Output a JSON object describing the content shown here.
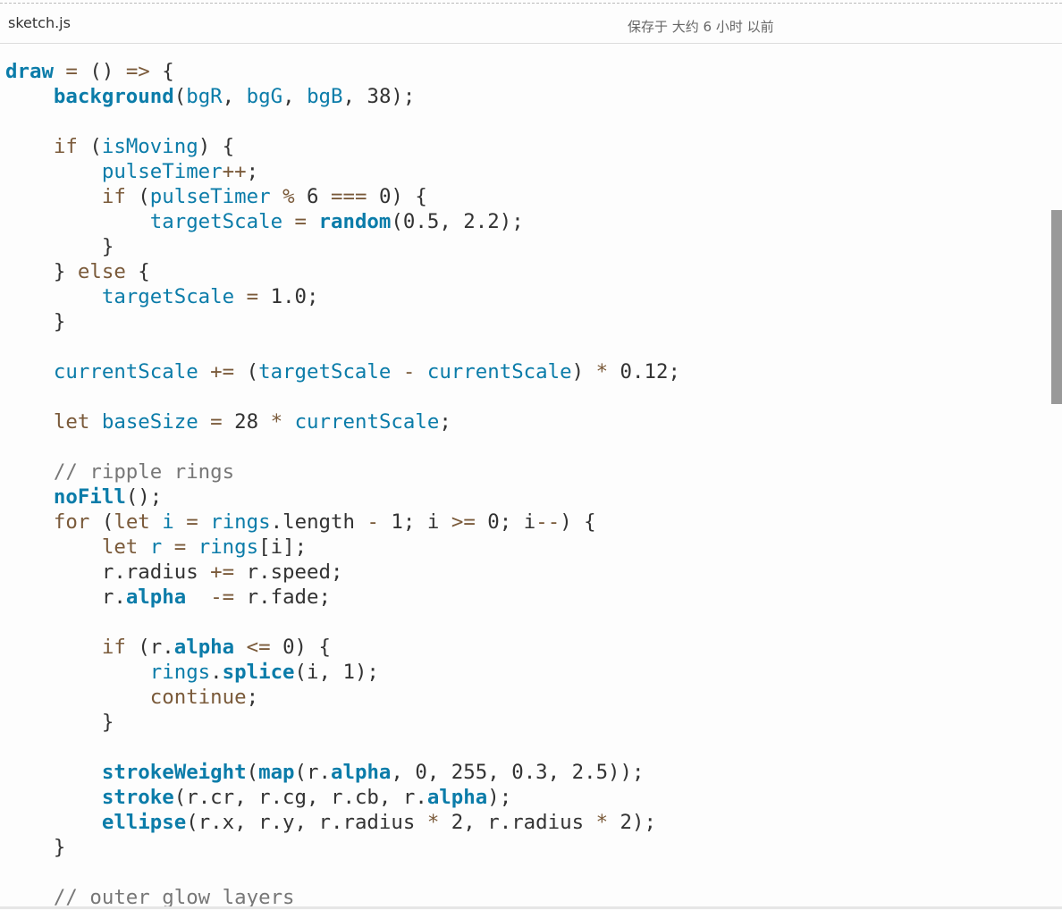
{
  "header": {
    "filename": "sketch.js",
    "saved_status": "保存于 大约 6 小时 以前"
  },
  "colors": {
    "function": "#0b7ca9",
    "variable": "#0b7ca9",
    "keyword": "#7a5a3a",
    "operator": "#7a5a3a",
    "plain": "#333333",
    "comment": "#777777"
  },
  "code_lines": [
    [
      [
        "f",
        "draw"
      ],
      [
        "o",
        " = "
      ],
      [
        "p",
        "() "
      ],
      [
        "o",
        "=>"
      ],
      [
        "p",
        " {"
      ]
    ],
    [
      [
        "p",
        "    "
      ],
      [
        "f",
        "background"
      ],
      [
        "p",
        "("
      ],
      [
        "v",
        "bgR"
      ],
      [
        "p",
        ", "
      ],
      [
        "v",
        "bgG"
      ],
      [
        "p",
        ", "
      ],
      [
        "v",
        "bgB"
      ],
      [
        "p",
        ", 38);"
      ]
    ],
    [],
    [
      [
        "p",
        "    "
      ],
      [
        "k",
        "if"
      ],
      [
        "p",
        " ("
      ],
      [
        "v",
        "isMoving"
      ],
      [
        "p",
        ") {"
      ]
    ],
    [
      [
        "p",
        "        "
      ],
      [
        "v",
        "pulseTimer"
      ],
      [
        "o",
        "++"
      ],
      [
        "p",
        ";"
      ]
    ],
    [
      [
        "p",
        "        "
      ],
      [
        "k",
        "if"
      ],
      [
        "p",
        " ("
      ],
      [
        "v",
        "pulseTimer"
      ],
      [
        "o",
        " % "
      ],
      [
        "p",
        "6 "
      ],
      [
        "o",
        "==="
      ],
      [
        "p",
        " 0) {"
      ]
    ],
    [
      [
        "p",
        "            "
      ],
      [
        "v",
        "targetScale"
      ],
      [
        "o",
        " = "
      ],
      [
        "f",
        "random"
      ],
      [
        "p",
        "(0.5, 2.2);"
      ]
    ],
    [
      [
        "p",
        "        }"
      ]
    ],
    [
      [
        "p",
        "    } "
      ],
      [
        "k",
        "else"
      ],
      [
        "p",
        " {"
      ]
    ],
    [
      [
        "p",
        "        "
      ],
      [
        "v",
        "targetScale"
      ],
      [
        "o",
        " = "
      ],
      [
        "p",
        "1.0;"
      ]
    ],
    [
      [
        "p",
        "    }"
      ]
    ],
    [],
    [
      [
        "p",
        "    "
      ],
      [
        "v",
        "currentScale"
      ],
      [
        "o",
        " += "
      ],
      [
        "p",
        "("
      ],
      [
        "v",
        "targetScale"
      ],
      [
        "o",
        " - "
      ],
      [
        "v",
        "currentScale"
      ],
      [
        "p",
        ") "
      ],
      [
        "o",
        "*"
      ],
      [
        "p",
        " 0.12;"
      ]
    ],
    [],
    [
      [
        "p",
        "    "
      ],
      [
        "k",
        "let"
      ],
      [
        "p",
        " "
      ],
      [
        "v",
        "baseSize"
      ],
      [
        "o",
        " = "
      ],
      [
        "p",
        "28 "
      ],
      [
        "o",
        "*"
      ],
      [
        "p",
        " "
      ],
      [
        "v",
        "currentScale"
      ],
      [
        "p",
        ";"
      ]
    ],
    [],
    [
      [
        "p",
        "    "
      ],
      [
        "c",
        "// ripple rings"
      ]
    ],
    [
      [
        "p",
        "    "
      ],
      [
        "f",
        "noFill"
      ],
      [
        "p",
        "();"
      ]
    ],
    [
      [
        "p",
        "    "
      ],
      [
        "k",
        "for"
      ],
      [
        "p",
        " ("
      ],
      [
        "k",
        "let"
      ],
      [
        "p",
        " "
      ],
      [
        "v",
        "i"
      ],
      [
        "o",
        " = "
      ],
      [
        "v",
        "rings"
      ],
      [
        "p",
        ".length "
      ],
      [
        "o",
        "-"
      ],
      [
        "p",
        " 1; i "
      ],
      [
        "o",
        ">="
      ],
      [
        "p",
        " 0; i"
      ],
      [
        "o",
        "--"
      ],
      [
        "p",
        ") {"
      ]
    ],
    [
      [
        "p",
        "        "
      ],
      [
        "k",
        "let"
      ],
      [
        "p",
        " "
      ],
      [
        "v",
        "r"
      ],
      [
        "o",
        " = "
      ],
      [
        "v",
        "rings"
      ],
      [
        "p",
        "[i];"
      ]
    ],
    [
      [
        "p",
        "        r.radius "
      ],
      [
        "o",
        "+="
      ],
      [
        "p",
        " r.speed;"
      ]
    ],
    [
      [
        "p",
        "        r."
      ],
      [
        "f",
        "alpha"
      ],
      [
        "p",
        "  "
      ],
      [
        "o",
        "-="
      ],
      [
        "p",
        " r.fade;"
      ]
    ],
    [],
    [
      [
        "p",
        "        "
      ],
      [
        "k",
        "if"
      ],
      [
        "p",
        " (r."
      ],
      [
        "f",
        "alpha"
      ],
      [
        "p",
        " "
      ],
      [
        "o",
        "<="
      ],
      [
        "p",
        " 0) {"
      ]
    ],
    [
      [
        "p",
        "            "
      ],
      [
        "v",
        "rings"
      ],
      [
        "p",
        "."
      ],
      [
        "f",
        "splice"
      ],
      [
        "p",
        "(i, 1);"
      ]
    ],
    [
      [
        "p",
        "            "
      ],
      [
        "k",
        "continue"
      ],
      [
        "p",
        ";"
      ]
    ],
    [
      [
        "p",
        "        }"
      ]
    ],
    [],
    [
      [
        "p",
        "        "
      ],
      [
        "f",
        "strokeWeight"
      ],
      [
        "p",
        "("
      ],
      [
        "f",
        "map"
      ],
      [
        "p",
        "(r."
      ],
      [
        "f",
        "alpha"
      ],
      [
        "p",
        ", 0, 255, 0.3, 2.5));"
      ]
    ],
    [
      [
        "p",
        "        "
      ],
      [
        "f",
        "stroke"
      ],
      [
        "p",
        "(r.cr, r.cg, r.cb, r."
      ],
      [
        "f",
        "alpha"
      ],
      [
        "p",
        ");"
      ]
    ],
    [
      [
        "p",
        "        "
      ],
      [
        "f",
        "ellipse"
      ],
      [
        "p",
        "(r.x, r.y, r.radius "
      ],
      [
        "o",
        "*"
      ],
      [
        "p",
        " 2, r.radius "
      ],
      [
        "o",
        "*"
      ],
      [
        "p",
        " 2);"
      ]
    ],
    [
      [
        "p",
        "    }"
      ]
    ],
    [],
    [
      [
        "p",
        "    "
      ],
      [
        "c",
        "// outer glow layers"
      ]
    ]
  ]
}
